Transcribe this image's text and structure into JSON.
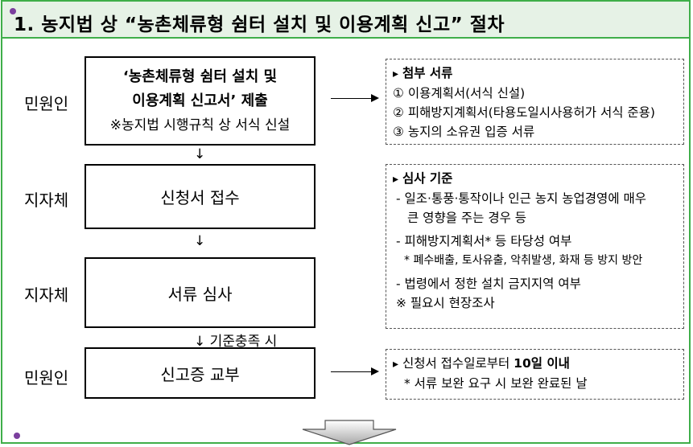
{
  "title": "1. 농지법 상  “농촌체류형 쉼터 설치 및 이용계획 신고” 절차",
  "steps": [
    {
      "actor": "민원인",
      "line1": "‘농촌체류형 쉼터 설치 및",
      "line2": "이용계획 신고서’ 제출",
      "line3": "※농지법 시행규칙 상 서식 신설"
    },
    {
      "actor": "지자체",
      "label": "신청서 접수"
    },
    {
      "actor": "지자체",
      "label": "서류 심사"
    },
    {
      "actor": "민원인",
      "label": "신고증 교부"
    }
  ],
  "down_arrows": [
    "↓",
    "↓",
    "↓ 기준충족 시"
  ],
  "notes": {
    "documents": {
      "marker": "▸",
      "heading": "첨부 서류",
      "items": [
        "① 이용계획서(서식 신설)",
        "② 피해방지계획서(타용도일시사용허가 서식 준용)",
        "③ 농지의 소유권 입증 서류"
      ]
    },
    "criteria": {
      "marker": "▸",
      "heading": "심사 기준",
      "items": [
        "- 일조·통풍·통작이나 인근 농지 농업경영에 매우",
        "큰 영향을 주는 경우 등",
        "- 피해방지계획서* 등 타당성 여부",
        "* 폐수배출, 토사유출, 악취발생, 화재 등 방지 방안",
        "- 법령에서 정한 설치 금지지역 여부",
        "※ 필요시 현장조사"
      ]
    },
    "issue": {
      "marker": "▸",
      "text_prefix": "신청서 접수일로부터 ",
      "text_bold": "10일 이내",
      "note": "* 서류 보완 요구 시 보완 완료된 날"
    }
  },
  "colors": {
    "frame": "#3fae49",
    "title_bg": "#e6f2e6",
    "bullet": "#7b3f9e"
  },
  "icons": [
    "bullet-dot",
    "down-arrow",
    "right-arrow",
    "large-down-arrow"
  ]
}
